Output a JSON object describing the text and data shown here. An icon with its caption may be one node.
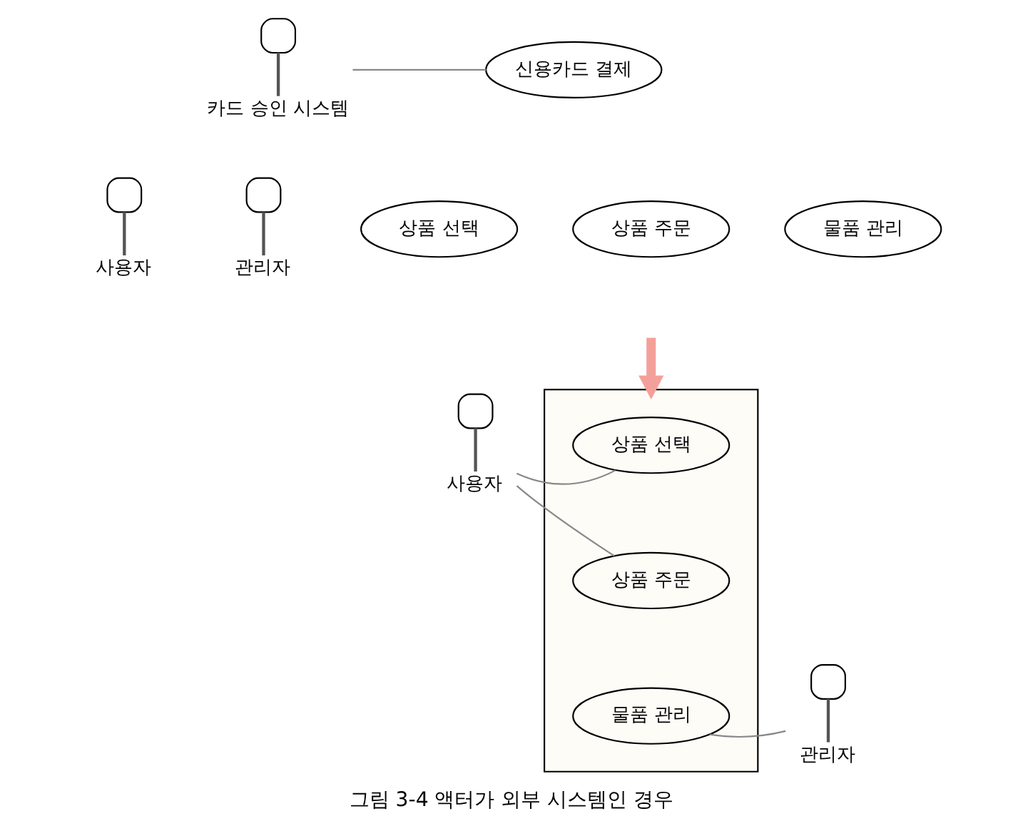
{
  "diagram": {
    "caption": "그림 3-4 액터가 외부 시스템인 경우",
    "nodes": [
      {
        "text": [
          "카드 승인 시스템"
        ]
      },
      {
        "text": [
          "신용카드 결제"
        ]
      },
      {
        "text": [
          "사용자"
        ]
      },
      {
        "text": [
          "관리자"
        ]
      },
      {
        "text": [
          "상품 선택"
        ]
      },
      {
        "text": [
          "상품 주문"
        ]
      },
      {
        "text": [
          "물품 관리"
        ]
      },
      {
        "text": [],
        "shape": "box"
      },
      {
        "text": [
          "상품 선택"
        ],
        "in": 7
      },
      {
        "text": [
          "상품 주문"
        ],
        "in": 7
      },
      {
        "text": [
          "물품 관리"
        ],
        "in": 7
      },
      {
        "text": [
          "사용자"
        ]
      },
      {
        "text": [
          "관리자"
        ]
      }
    ],
    "edges": [
      {
        "from": 0,
        "to": 1,
        "arrow": "none"
      },
      {
        "from": null,
        "to": 7,
        "arrow": "to",
        "style": "thick",
        "color": "#f4a09a"
      },
      {
        "from": 11,
        "to": 8,
        "arrow": "none"
      },
      {
        "from": 11,
        "to": 9,
        "arrow": "none"
      },
      {
        "from": 10,
        "to": 12,
        "arrow": "none"
      }
    ]
  }
}
